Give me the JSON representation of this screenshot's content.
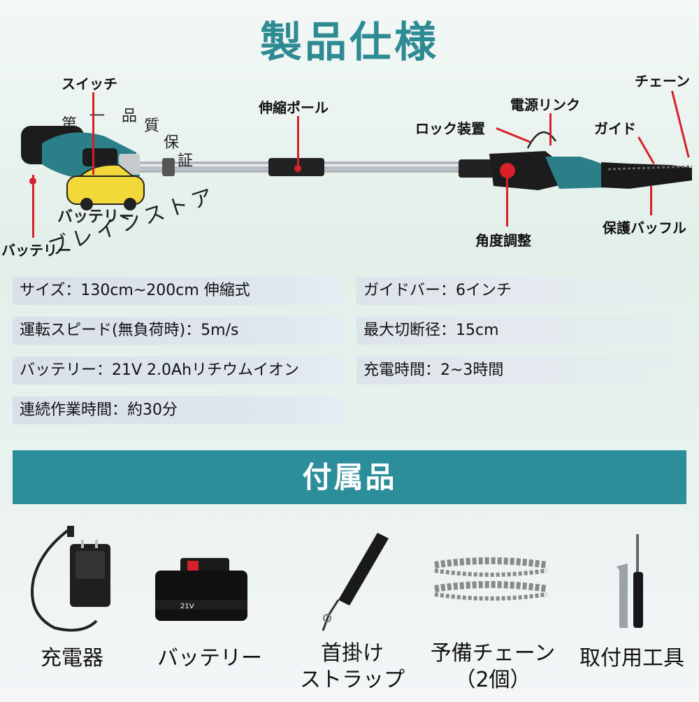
{
  "title": "製品仕様",
  "callouts": {
    "switch": "スイッチ",
    "pole": "伸縮ポール",
    "power_link": "電源リンク",
    "chain": "チェーン",
    "lock": "ロック装置",
    "guide": "ガイド",
    "angle": "角度調整",
    "baffle": "保護バッフル",
    "battery": "バッテリー"
  },
  "specs_left": [
    "サイズ：130cm~200cm 伸縮式",
    "運転スピード(無負荷時)：5m/s",
    "バッテリー：21V 2.0Ahリチウムイオン",
    "連続作業時間：約30分"
  ],
  "specs_right": [
    "ガイドバー：6インチ",
    "最大切断径：15cm",
    "充電時間：2~3時間"
  ],
  "accessories_title": "付属品",
  "accessories": [
    {
      "line1": "充電器",
      "line2": ""
    },
    {
      "line1": "バッテリー",
      "line2": ""
    },
    {
      "line1": "首掛け",
      "line2": "ストラップ"
    },
    {
      "line1": "予備チェーン",
      "line2": "（2個）"
    },
    {
      "line1": "取付用工具",
      "line2": ""
    }
  ],
  "watermark": {
    "ring_chars": [
      "第",
      "一",
      "品",
      "質",
      "保",
      "証"
    ],
    "car_text": "バッテリー",
    "bottom_text": "ブレインストア"
  },
  "battery_label": "21V",
  "colors": {
    "accent": "#2e8b93",
    "banner": "#2c8e9a",
    "callout_line": "#d8202a",
    "tool_body": "#2a7f88"
  }
}
